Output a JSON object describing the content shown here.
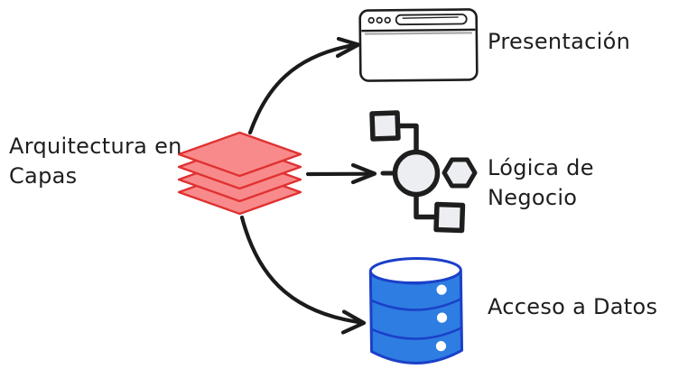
{
  "diagram": {
    "source": {
      "label": "Arquitectura en\nCapas",
      "icon": "layers-icon"
    },
    "targets": [
      {
        "label": "Presentación",
        "icon": "browser-window-icon"
      },
      {
        "label": "Lógica de Negocio",
        "icon": "workflow-icon"
      },
      {
        "label": "Acceso a Datos",
        "icon": "database-icon"
      }
    ]
  },
  "colors": {
    "ink": "#1e1e1e",
    "arrow": "#1b1b1b",
    "layers_fill": "#f88a8b",
    "layers_stroke": "#e03131",
    "shape_fill": "#eceef2",
    "database_fill": "#2e7de2",
    "database_stroke": "#1b40c8",
    "browser_shadow": "#a8a8a8",
    "background": "#ffffff"
  }
}
